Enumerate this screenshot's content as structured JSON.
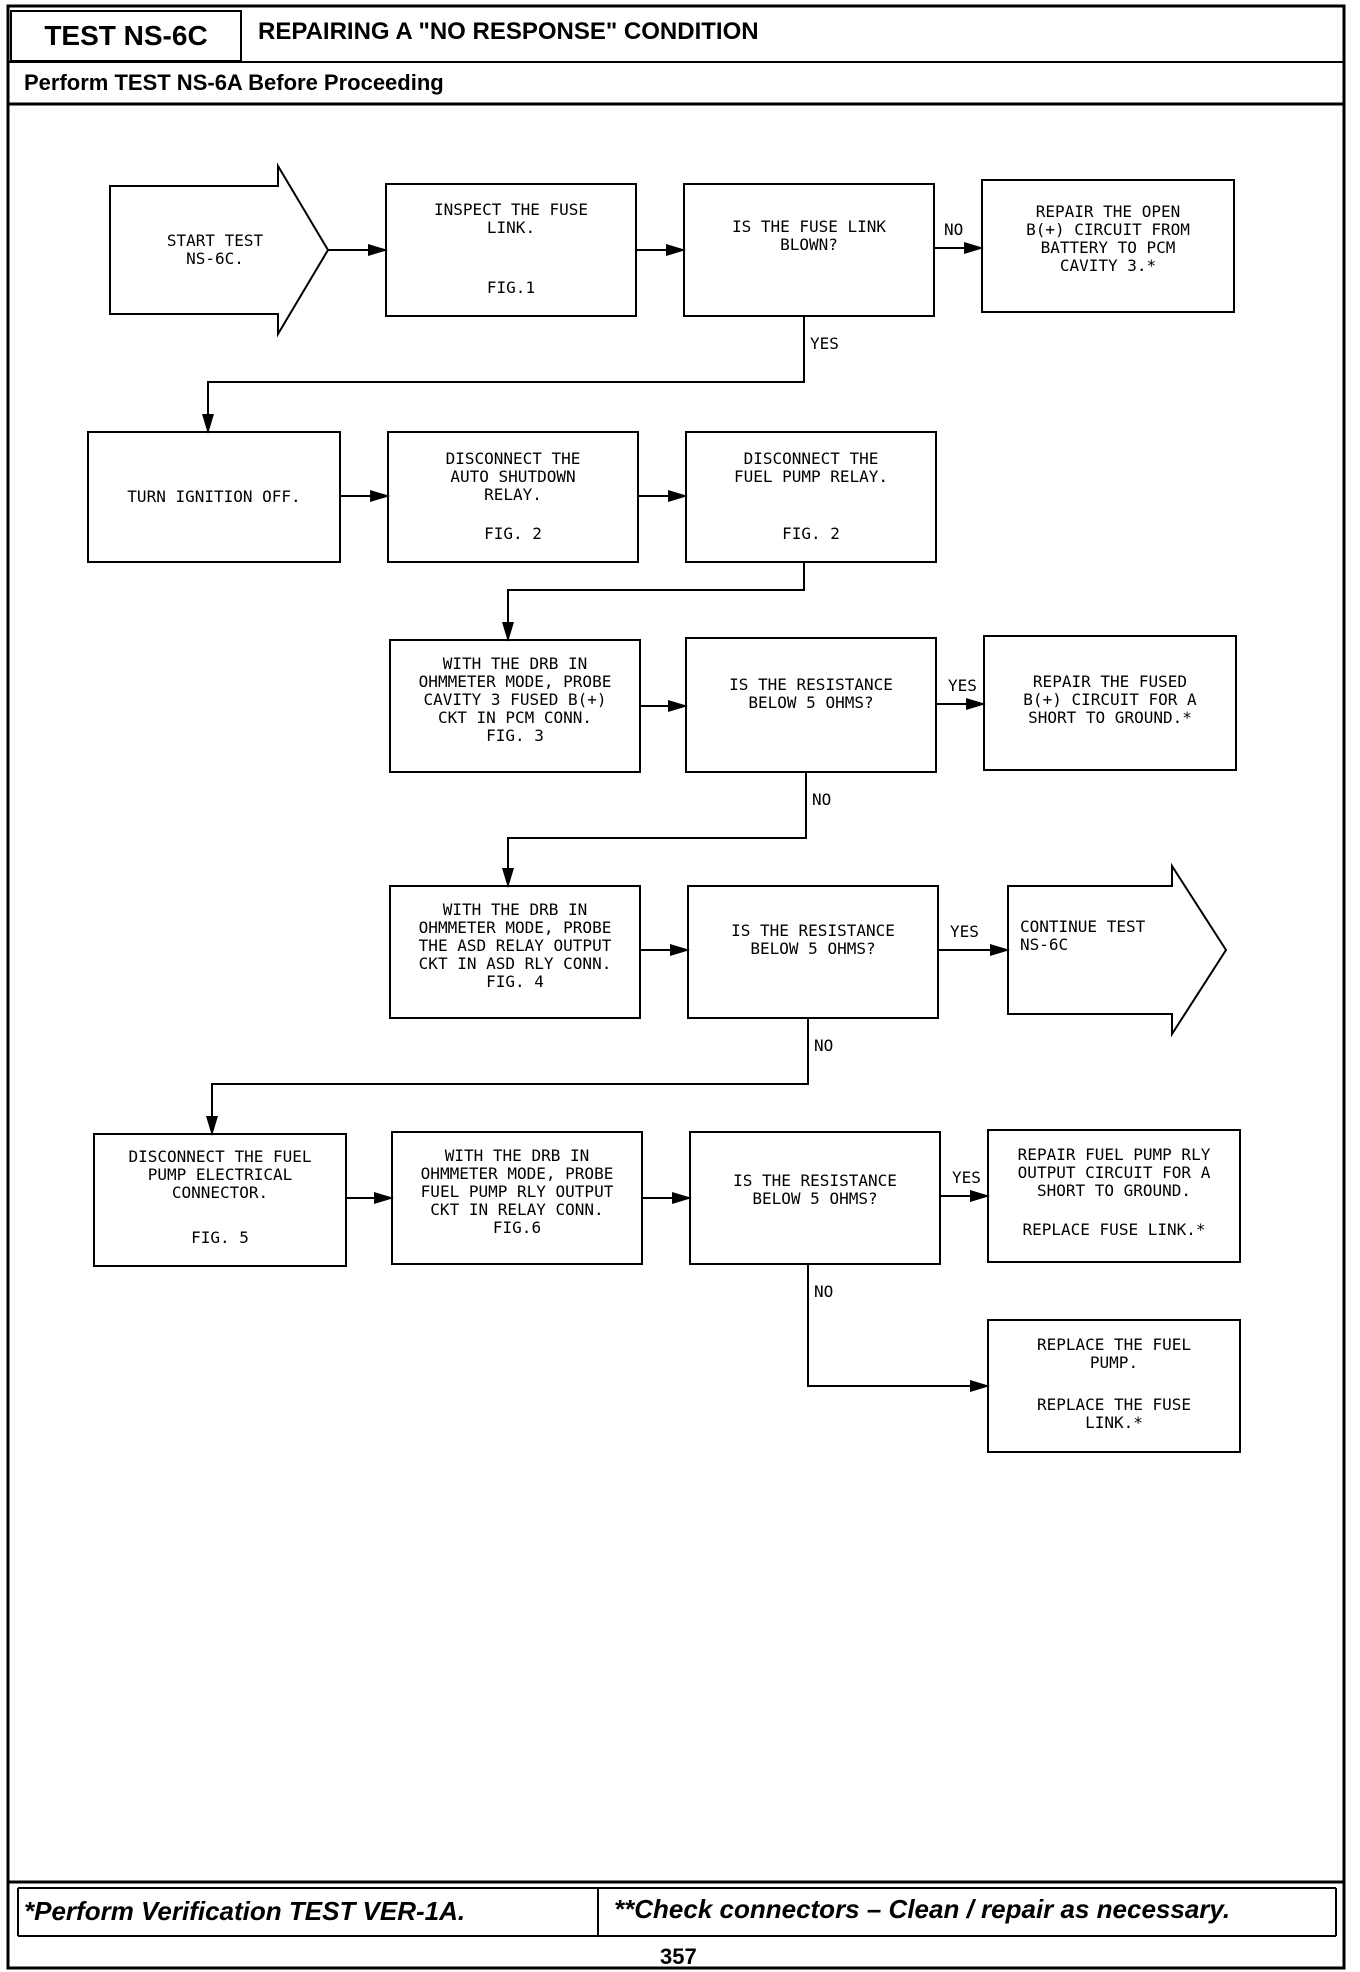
{
  "header": {
    "test_id": "TEST NS-6C",
    "title": "REPAIRING A \"NO RESPONSE\" CONDITION",
    "subtitle": "Perform TEST NS-6A Before Proceeding"
  },
  "nodes": {
    "start": "START TEST\nNS-6C.",
    "inspect_fuse": "INSPECT THE FUSE\nLINK.",
    "inspect_fuse_fig": "FIG.1",
    "q_fuse_blown": "IS THE FUSE LINK\nBLOWN?",
    "repair_open": "REPAIR THE OPEN\nB(+) CIRCUIT FROM\nBATTERY TO PCM\nCAVITY 3.*",
    "ignition_off": "TURN IGNITION OFF.",
    "disc_asd": "DISCONNECT THE\nAUTO SHUTDOWN\nRELAY.",
    "disc_asd_fig": "FIG. 2",
    "disc_fuel_relay": "DISCONNECT THE\nFUEL PUMP RELAY.",
    "disc_fuel_relay_fig": "FIG. 2",
    "probe_cavity3": "WITH THE DRB IN\nOHMMETER MODE, PROBE\nCAVITY 3 FUSED B(+)\nCKT IN PCM CONN.\nFIG. 3",
    "q_res1": "IS THE RESISTANCE\nBELOW 5 OHMS?",
    "repair_fused": "REPAIR THE FUSED\nB(+) CIRCUIT FOR A\nSHORT TO GROUND.*",
    "probe_asd": "WITH THE DRB IN\nOHMMETER MODE, PROBE\nTHE ASD RELAY OUTPUT\nCKT IN ASD RLY CONN.\nFIG. 4",
    "q_res2": "IS THE RESISTANCE\nBELOW 5 OHMS?",
    "continue": "CONTINUE TEST\nNS-6C",
    "disc_fuel_pump": "DISCONNECT THE FUEL\nPUMP ELECTRICAL\nCONNECTOR.",
    "disc_fuel_pump_fig": "FIG. 5",
    "probe_fuel_relay": "WITH THE DRB IN\nOHMMETER MODE, PROBE\nFUEL PUMP RLY OUTPUT\nCKT IN RELAY CONN.\nFIG.6",
    "q_res3": "IS THE RESISTANCE\nBELOW 5 OHMS?",
    "repair_fuel_relay": "REPAIR FUEL PUMP RLY\nOUTPUT CIRCUIT FOR A\nSHORT TO GROUND.",
    "repair_fuel_relay_2": "REPLACE FUSE LINK.*",
    "replace_pump": "REPLACE THE FUEL\nPUMP.",
    "replace_pump_2": "REPLACE THE FUSE\nLINK.*"
  },
  "labels": {
    "no_1": "NO",
    "yes_1": "YES",
    "yes_2": "YES",
    "no_2": "NO",
    "yes_3": "YES",
    "no_3": "NO",
    "yes_4": "YES",
    "no_4": "NO"
  },
  "footer": {
    "left": "*Perform Verification TEST VER-1A.",
    "right": "**Check connectors – Clean / repair as necessary.",
    "page": "357"
  }
}
